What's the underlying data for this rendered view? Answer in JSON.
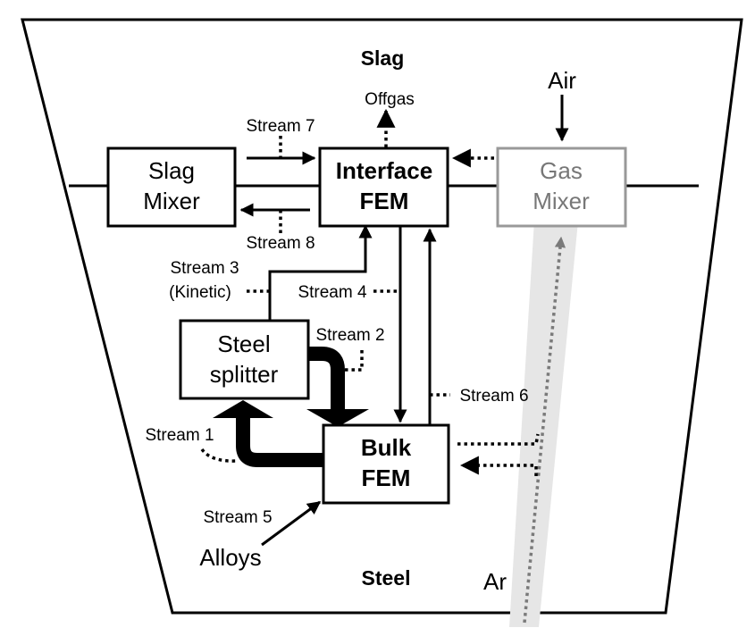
{
  "regions": {
    "slag": "Slag",
    "steel": "Steel"
  },
  "blocks": {
    "slag_mixer": [
      "Slag",
      "Mixer"
    ],
    "interface_fem": [
      "Interface",
      "FEM"
    ],
    "gas_mixer": [
      "Gas",
      "Mixer"
    ],
    "steel_splitter": [
      "Steel",
      "splitter"
    ],
    "bulk_fem": [
      "Bulk",
      "FEM"
    ]
  },
  "inputs": {
    "air": "Air",
    "ar": "Ar",
    "alloys": "Alloys"
  },
  "outputs": {
    "offgas": "Offgas"
  },
  "streams": {
    "s1": "Stream 1",
    "s2": "Stream 2",
    "s3": [
      "Stream 3",
      "(Kinetic)"
    ],
    "s4": "Stream 4",
    "s5": "Stream 5",
    "s6": "Stream 6",
    "s7": "Stream 7",
    "s8": "Stream 8"
  },
  "colors": {
    "line": "#000000",
    "gas_path": "#e6e6e6",
    "gas_text": "#777777"
  }
}
